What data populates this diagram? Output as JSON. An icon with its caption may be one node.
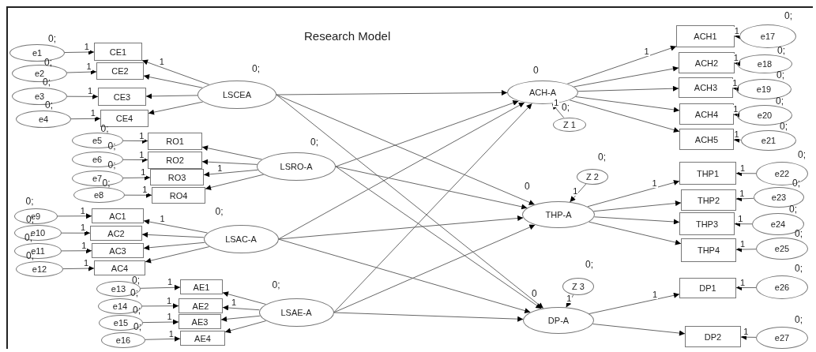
{
  "diagram": {
    "title": "Research Model",
    "nodes": [
      {
        "text": [
          "e1"
        ],
        "beside": [
          "0;"
        ]
      },
      {
        "text": [
          "e2"
        ],
        "beside": [
          "0;"
        ]
      },
      {
        "text": [
          "e3"
        ],
        "beside": [
          "0;"
        ]
      },
      {
        "text": [
          "e4"
        ],
        "beside": [
          "0;"
        ]
      },
      {
        "text": [
          "CE1"
        ]
      },
      {
        "text": [
          "CE2"
        ]
      },
      {
        "text": [
          "CE3"
        ]
      },
      {
        "text": [
          "CE4"
        ]
      },
      {
        "text": [
          "LSCEA"
        ],
        "beside": [
          "0;"
        ]
      },
      {
        "text": [
          "e5"
        ],
        "beside": [
          "0;"
        ]
      },
      {
        "text": [
          "e6"
        ],
        "beside": [
          "0;"
        ]
      },
      {
        "text": [
          "e7"
        ],
        "beside": [
          "0;"
        ]
      },
      {
        "text": [
          "e8"
        ],
        "beside": [
          "0;"
        ]
      },
      {
        "text": [
          "RO1"
        ]
      },
      {
        "text": [
          "RO2"
        ]
      },
      {
        "text": [
          "RO3"
        ]
      },
      {
        "text": [
          "RO4"
        ]
      },
      {
        "text": [
          "LSRO-A"
        ],
        "beside": [
          "0;"
        ]
      },
      {
        "text": [
          "e9"
        ],
        "beside": [
          "0;"
        ]
      },
      {
        "text": [
          "e10"
        ],
        "beside": [
          "0;"
        ]
      },
      {
        "text": [
          "e11"
        ],
        "beside": [
          "0;"
        ]
      },
      {
        "text": [
          "e12"
        ],
        "beside": [
          "0;"
        ]
      },
      {
        "text": [
          "AC1"
        ]
      },
      {
        "text": [
          "AC2"
        ]
      },
      {
        "text": [
          "AC3"
        ]
      },
      {
        "text": [
          "AC4"
        ]
      },
      {
        "text": [
          "LSAC-A"
        ],
        "beside": [
          "0;"
        ]
      },
      {
        "text": [
          "e13"
        ],
        "beside": [
          "0;"
        ]
      },
      {
        "text": [
          "e14"
        ],
        "beside": [
          "0;"
        ]
      },
      {
        "text": [
          "e15"
        ],
        "beside": [
          "0;"
        ]
      },
      {
        "text": [
          "e16"
        ],
        "beside": [
          "0;"
        ]
      },
      {
        "text": [
          "AE1"
        ]
      },
      {
        "text": [
          "AE2"
        ]
      },
      {
        "text": [
          "AE3"
        ]
      },
      {
        "text": [
          "AE4"
        ]
      },
      {
        "text": [
          "LSAE-A"
        ],
        "beside": [
          "0;"
        ]
      },
      {
        "text": [
          "ACH-A"
        ],
        "beside": [
          "0"
        ]
      },
      {
        "text": [
          "Z 1"
        ],
        "beside": [
          "0;"
        ]
      },
      {
        "text": [
          "ACH1"
        ]
      },
      {
        "text": [
          "ACH2"
        ]
      },
      {
        "text": [
          "ACH3"
        ]
      },
      {
        "text": [
          "ACH4"
        ]
      },
      {
        "text": [
          "ACH5"
        ]
      },
      {
        "text": [
          "e17"
        ],
        "beside": [
          "0;"
        ]
      },
      {
        "text": [
          "e18"
        ],
        "beside": [
          "0;"
        ]
      },
      {
        "text": [
          "e19"
        ],
        "beside": [
          "0;"
        ]
      },
      {
        "text": [
          "e20"
        ],
        "beside": [
          "0;"
        ]
      },
      {
        "text": [
          "e21"
        ],
        "beside": [
          "0;"
        ]
      },
      {
        "text": [
          "Z 2"
        ],
        "beside": [
          "0;"
        ]
      },
      {
        "text": [
          "THP-A"
        ],
        "beside": [
          "0"
        ]
      },
      {
        "text": [
          "THP1"
        ]
      },
      {
        "text": [
          "THP2"
        ]
      },
      {
        "text": [
          "THP3"
        ]
      },
      {
        "text": [
          "THP4"
        ]
      },
      {
        "text": [
          "e22"
        ],
        "beside": [
          "0;"
        ]
      },
      {
        "text": [
          "e23"
        ],
        "beside": [
          "0;"
        ]
      },
      {
        "text": [
          "e24"
        ],
        "beside": [
          "0;"
        ]
      },
      {
        "text": [
          "e25"
        ],
        "beside": [
          "0;"
        ]
      },
      {
        "text": [
          "Z 3"
        ],
        "beside": [
          "0;"
        ]
      },
      {
        "text": [
          "DP-A"
        ],
        "beside": [
          "0"
        ]
      },
      {
        "text": [
          "DP1"
        ]
      },
      {
        "text": [
          "DP2"
        ]
      },
      {
        "text": [
          "e26"
        ],
        "beside": [
          "0;"
        ]
      },
      {
        "text": [
          "e27"
        ],
        "beside": [
          "0;"
        ]
      }
    ],
    "edges": [
      {
        "from": 0,
        "to": 4,
        "arrow": "to",
        "label": "1"
      },
      {
        "from": 1,
        "to": 5,
        "arrow": "to",
        "label": "1"
      },
      {
        "from": 2,
        "to": 6,
        "arrow": "to",
        "label": "1"
      },
      {
        "from": 3,
        "to": 7,
        "arrow": "to",
        "label": "1"
      },
      {
        "from": 8,
        "to": 4,
        "arrow": "to",
        "label": "1"
      },
      {
        "from": 8,
        "to": 5,
        "arrow": "to"
      },
      {
        "from": 8,
        "to": 6,
        "arrow": "to"
      },
      {
        "from": 8,
        "to": 7,
        "arrow": "to"
      },
      {
        "from": 9,
        "to": 13,
        "arrow": "to",
        "label": "1"
      },
      {
        "from": 10,
        "to": 14,
        "arrow": "to",
        "label": "1"
      },
      {
        "from": 11,
        "to": 15,
        "arrow": "to",
        "label": "1"
      },
      {
        "from": 12,
        "to": 16,
        "arrow": "to",
        "label": "1"
      },
      {
        "from": 17,
        "to": 13,
        "arrow": "to"
      },
      {
        "from": 17,
        "to": 14,
        "arrow": "to"
      },
      {
        "from": 17,
        "to": 15,
        "arrow": "to",
        "label": "1"
      },
      {
        "from": 17,
        "to": 16,
        "arrow": "to"
      },
      {
        "from": 18,
        "to": 22,
        "arrow": "to",
        "label": "1"
      },
      {
        "from": 19,
        "to": 23,
        "arrow": "to",
        "label": "1"
      },
      {
        "from": 20,
        "to": 24,
        "arrow": "to",
        "label": "1"
      },
      {
        "from": 21,
        "to": 25,
        "arrow": "to",
        "label": "1"
      },
      {
        "from": 26,
        "to": 22,
        "arrow": "to",
        "label": "1"
      },
      {
        "from": 26,
        "to": 23,
        "arrow": "to"
      },
      {
        "from": 26,
        "to": 24,
        "arrow": "to"
      },
      {
        "from": 26,
        "to": 25,
        "arrow": "to"
      },
      {
        "from": 27,
        "to": 31,
        "arrow": "to",
        "label": "1"
      },
      {
        "from": 28,
        "to": 32,
        "arrow": "to",
        "label": "1"
      },
      {
        "from": 29,
        "to": 33,
        "arrow": "to",
        "label": "1"
      },
      {
        "from": 30,
        "to": 34,
        "arrow": "to",
        "label": "1"
      },
      {
        "from": 35,
        "to": 31,
        "arrow": "to"
      },
      {
        "from": 35,
        "to": 32,
        "arrow": "to",
        "label": "1"
      },
      {
        "from": 35,
        "to": 33,
        "arrow": "to"
      },
      {
        "from": 35,
        "to": 34,
        "arrow": "to"
      },
      {
        "from": 8,
        "to": 36,
        "arrow": "to"
      },
      {
        "from": 8,
        "to": 49,
        "arrow": "to"
      },
      {
        "from": 8,
        "to": 59,
        "arrow": "to"
      },
      {
        "from": 17,
        "to": 36,
        "arrow": "to"
      },
      {
        "from": 17,
        "to": 49,
        "arrow": "to"
      },
      {
        "from": 17,
        "to": 59,
        "arrow": "to"
      },
      {
        "from": 26,
        "to": 36,
        "arrow": "to"
      },
      {
        "from": 26,
        "to": 49,
        "arrow": "to"
      },
      {
        "from": 26,
        "to": 59,
        "arrow": "to"
      },
      {
        "from": 35,
        "to": 36,
        "arrow": "to"
      },
      {
        "from": 35,
        "to": 49,
        "arrow": "to"
      },
      {
        "from": 35,
        "to": 59,
        "arrow": "to"
      },
      {
        "from": 37,
        "to": 36,
        "arrow": "to",
        "label": "1"
      },
      {
        "from": 36,
        "to": 38,
        "arrow": "to",
        "label": "1"
      },
      {
        "from": 36,
        "to": 39,
        "arrow": "to"
      },
      {
        "from": 36,
        "to": 40,
        "arrow": "to"
      },
      {
        "from": 36,
        "to": 41,
        "arrow": "to"
      },
      {
        "from": 36,
        "to": 42,
        "arrow": "to"
      },
      {
        "from": 43,
        "to": 38,
        "arrow": "to",
        "label": "1"
      },
      {
        "from": 44,
        "to": 39,
        "arrow": "to",
        "label": "1"
      },
      {
        "from": 45,
        "to": 40,
        "arrow": "to",
        "label": "1"
      },
      {
        "from": 46,
        "to": 41,
        "arrow": "to",
        "label": "1"
      },
      {
        "from": 47,
        "to": 42,
        "arrow": "to",
        "label": "1"
      },
      {
        "from": 48,
        "to": 49,
        "arrow": "to",
        "label": "1"
      },
      {
        "from": 49,
        "to": 50,
        "arrow": "to",
        "label": "1"
      },
      {
        "from": 49,
        "to": 51,
        "arrow": "to"
      },
      {
        "from": 49,
        "to": 52,
        "arrow": "to"
      },
      {
        "from": 49,
        "to": 53,
        "arrow": "to"
      },
      {
        "from": 54,
        "to": 50,
        "arrow": "to",
        "label": "1"
      },
      {
        "from": 55,
        "to": 51,
        "arrow": "to",
        "label": "1"
      },
      {
        "from": 56,
        "to": 52,
        "arrow": "to",
        "label": "1"
      },
      {
        "from": 57,
        "to": 53,
        "arrow": "to",
        "label": "1"
      },
      {
        "from": 58,
        "to": 59,
        "arrow": "to",
        "label": "1"
      },
      {
        "from": 59,
        "to": 60,
        "arrow": "to",
        "label": "1"
      },
      {
        "from": 59,
        "to": 61,
        "arrow": "to"
      },
      {
        "from": 62,
        "to": 60,
        "arrow": "to",
        "label": "1"
      },
      {
        "from": 63,
        "to": 61,
        "arrow": "to",
        "label": "1"
      }
    ]
  }
}
